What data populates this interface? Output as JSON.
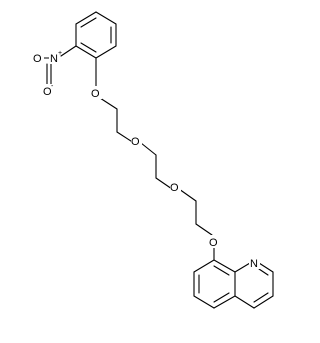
{
  "molecule": {
    "atoms": {
      "nitro_n": {
        "symbol": "N",
        "charge": "+"
      },
      "nitro_o_double": {
        "symbol": "O"
      },
      "nitro_o_single": {
        "symbol": "O",
        "charge": "-"
      },
      "ether_o1": {
        "symbol": "O"
      },
      "ether_o2": {
        "symbol": "O"
      },
      "ether_o3": {
        "symbol": "O"
      },
      "ether_o4": {
        "symbol": "O"
      },
      "quinoline_n": {
        "symbol": "N"
      }
    }
  }
}
